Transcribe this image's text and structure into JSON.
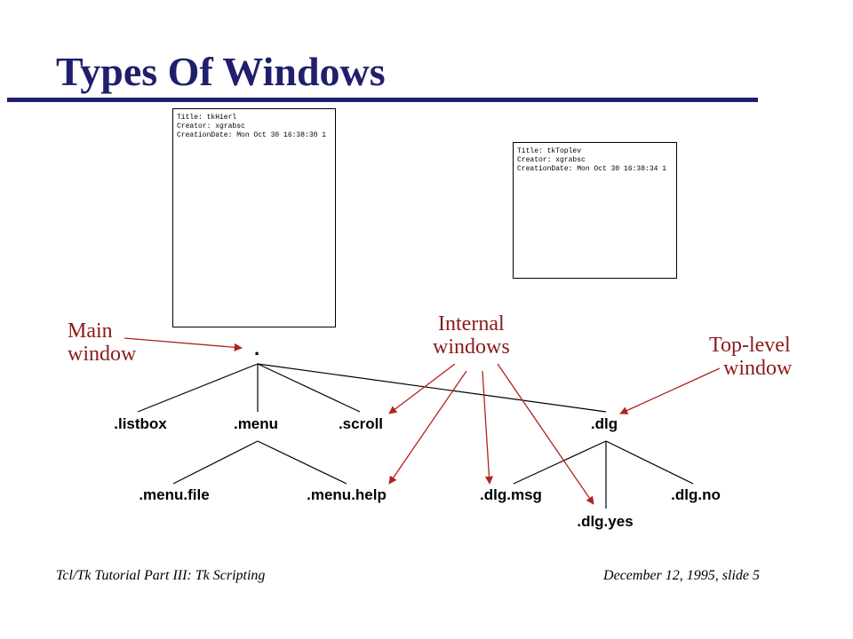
{
  "slide": {
    "title": "Types Of Windows",
    "footer_left": "Tcl/Tk Tutorial Part III:  Tk Scripting",
    "footer_right": "December 12, 1995, slide 5"
  },
  "main_window_frame": {
    "lines": [
      "Title:  tkHierl",
      "Creator:  xgrabsc",
      "CreationDate:  Mon Oct 30 16:38:30 1"
    ]
  },
  "toplevel_window_frame": {
    "lines": [
      "Title:  tkToplev",
      "Creator:  xgrabsc",
      "CreationDate:  Mon Oct 30 16:38:34 1"
    ]
  },
  "tree": {
    "root": ".",
    "listbox": ".listbox",
    "menu": ".menu",
    "scroll": ".scroll",
    "dlg": ".dlg",
    "menu_file": ".menu.file",
    "menu_help": ".menu.help",
    "dlg_msg": ".dlg.msg",
    "dlg_yes": ".dlg.yes",
    "dlg_no": ".dlg.no"
  },
  "callouts": {
    "main_window": [
      "Main",
      "window"
    ],
    "internal_windows": [
      "Internal",
      "windows"
    ],
    "toplevel_window": [
      "Top-level",
      "window"
    ]
  },
  "colors": {
    "title": "#1f1f6e",
    "callout": "#8b1a1a",
    "arrow": "#b22222"
  }
}
